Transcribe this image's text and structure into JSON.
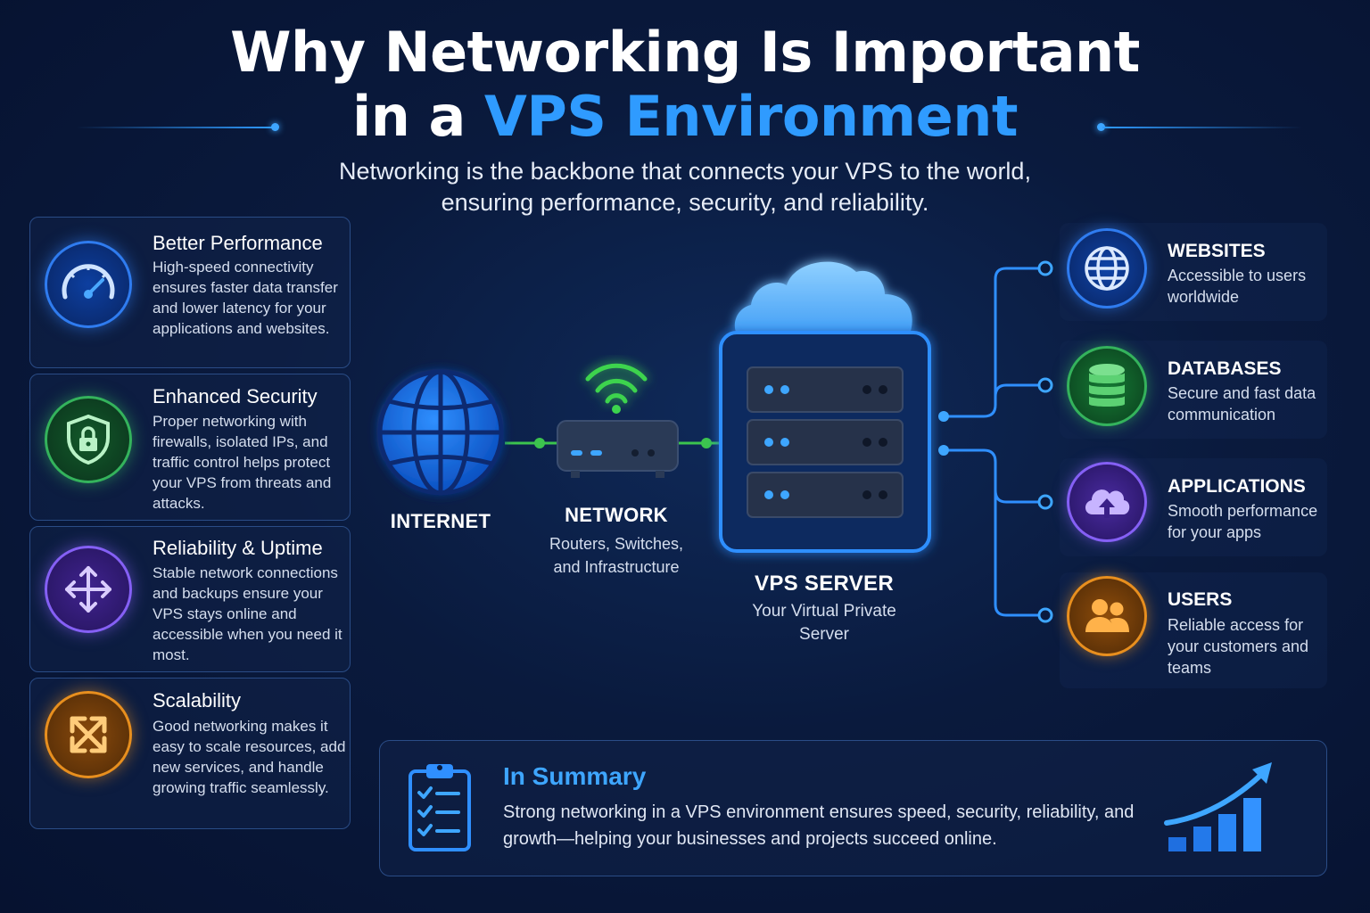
{
  "header": {
    "title_line1": "Why Networking Is Important",
    "title_line2_prefix": "in a ",
    "title_line2_accent": "VPS Environment",
    "subtitle_line1": "Networking is the backbone that connects your VPS to the world,",
    "subtitle_line2": "ensuring performance, security, and reliability."
  },
  "benefits": [
    {
      "title": "Better Performance",
      "desc": "High-speed connectivity ensures faster data transfer and lower latency for your applications and websites.",
      "icon": "speedometer-icon",
      "color": "#3a8dff"
    },
    {
      "title": "Enhanced Security",
      "desc": "Proper networking with firewalls, isolated IPs, and traffic control helps protect your VPS from threats and attacks.",
      "icon": "shield-lock-icon",
      "color": "#3cc46a"
    },
    {
      "title": "Reliability & Uptime",
      "desc": "Stable network connections and backups ensure your VPS stays online and accessible when you need it most.",
      "icon": "arrows-cross-icon",
      "color": "#8a5cff"
    },
    {
      "title": "Scalability",
      "desc": "Good networking makes it easy to scale resources, add new services, and handle growing traffic seamlessly.",
      "icon": "expand-arrows-icon",
      "color": "#f29a24"
    }
  ],
  "diagram": {
    "internet_label": "INTERNET",
    "network_label": "NETWORK",
    "network_sub": "Routers, Switches, and Infrastructure",
    "server_label": "VPS SERVER",
    "server_sub": "Your Virtual Private Server"
  },
  "services": [
    {
      "title": "WEBSITES",
      "desc": "Accessible to users worldwide",
      "icon": "globe-icon",
      "color": "#2f8cff"
    },
    {
      "title": "DATABASES",
      "desc": "Secure and fast data communication",
      "icon": "database-icon",
      "color": "#3cc46a"
    },
    {
      "title": "APPLICATIONS",
      "desc": "Smooth performance for your apps",
      "icon": "cloud-upload-icon",
      "color": "#8a5cff"
    },
    {
      "title": "USERS",
      "desc": "Reliable access for your customers and teams",
      "icon": "users-icon",
      "color": "#f29a24"
    }
  ],
  "summary": {
    "title": "In Summary",
    "text": "Strong networking in a VPS environment ensures speed, security, reliability, and growth—helping your businesses and projects succeed online."
  }
}
